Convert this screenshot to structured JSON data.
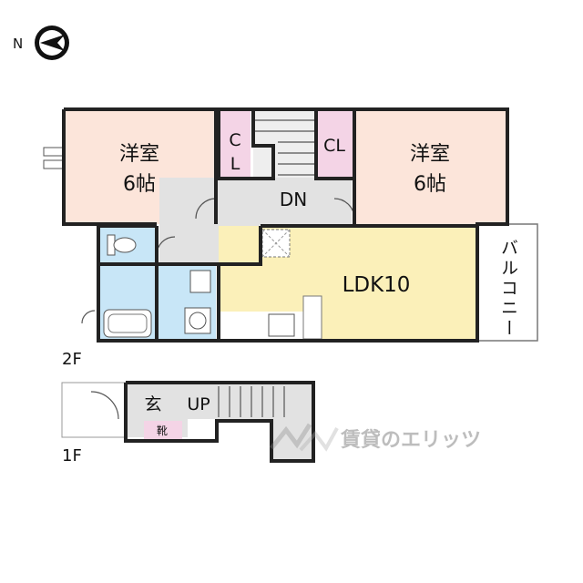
{
  "compass": {
    "label": "N",
    "icon": "north-arrow-icon"
  },
  "floor2": {
    "label": "2F",
    "rooms": {
      "western_left": {
        "line1": "洋室",
        "line2": "6帖"
      },
      "western_right": {
        "line1": "洋室",
        "line2": "6帖"
      },
      "closet_left": {
        "line1": "C",
        "line2": "L"
      },
      "closet_right": {
        "label": "CL"
      },
      "stair_down": {
        "label": "DN"
      },
      "ldk": {
        "label": "LDK10"
      },
      "balcony": {
        "label": "バルコニー"
      }
    }
  },
  "floor1": {
    "label": "1F",
    "rooms": {
      "entrance": {
        "label": "玄"
      },
      "stair_up": {
        "label": "UP"
      },
      "shoe_box": {
        "label": "靴"
      }
    }
  },
  "watermark": {
    "text": "賃貸のエリッツ"
  },
  "colors": {
    "western_room": "#fce5da",
    "closet": "#f4d4e6",
    "ldk": "#fbf0b9",
    "wet_area": "#c8e6f7",
    "hallway": "#e2e2e2"
  }
}
